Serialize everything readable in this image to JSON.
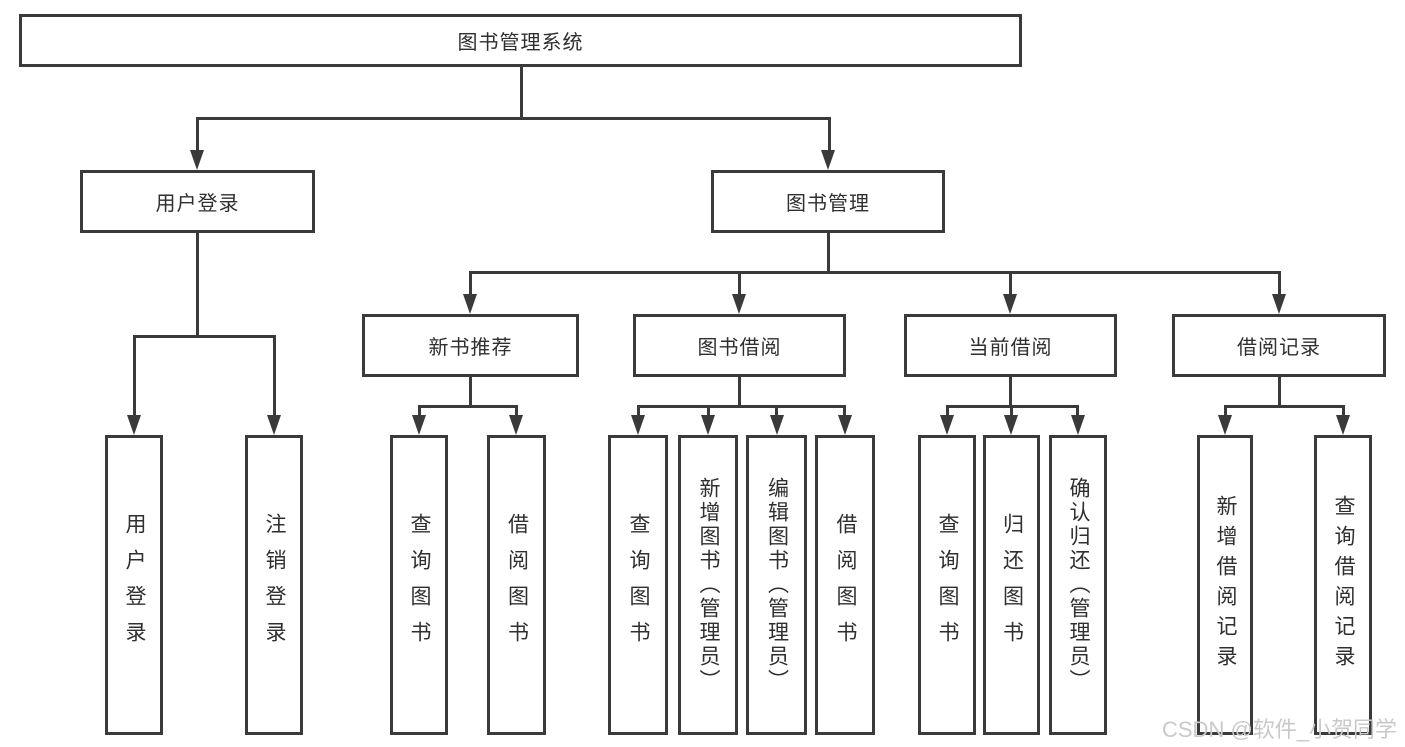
{
  "diagram": {
    "nodes": {
      "root": "图书管理系统",
      "user_login": "用户登录",
      "book_mgmt": "图书管理",
      "new_books": "新书推荐",
      "book_borrow": "图书借阅",
      "current_borrow": "当前借阅",
      "borrow_records": "借阅记录",
      "leaf_user_login": "用户登录",
      "leaf_logout": "注销登录",
      "leaf_nb_query": "查询图书",
      "leaf_nb_borrow": "借阅图书",
      "leaf_bb_query": "查询图书",
      "leaf_bb_add": "新增图书（管理员）",
      "leaf_bb_edit": "编辑图书（管理员）",
      "leaf_bb_borrow": "借阅图书",
      "leaf_cb_query": "查询图书",
      "leaf_cb_return": "归还图书",
      "leaf_cb_confirm": "确认归还（管理员）",
      "leaf_br_add": "新增借阅记录",
      "leaf_br_query": "查询借阅记录"
    }
  },
  "watermark": {
    "text": "CSDN @软件_小贺同学"
  },
  "colors": {
    "line": "#3a3a3a",
    "text": "#2f2f2f",
    "watermark": "#c9c9c9",
    "background": "#ffffff"
  }
}
